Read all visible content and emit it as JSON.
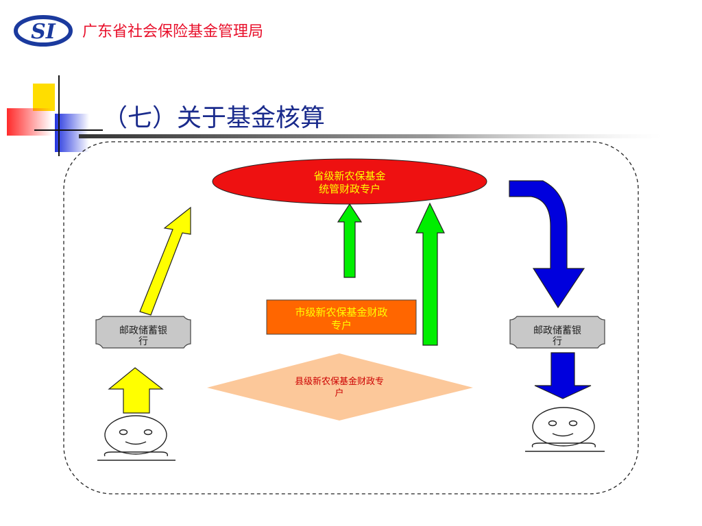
{
  "header": {
    "org_name": "广东省社会保险基金管理局",
    "logo_text": "SI"
  },
  "slide": {
    "title": "（七）关于基金核算"
  },
  "diagram": {
    "provincial_account": "省级新农保基金\n统管财政专户",
    "city_account": "市级新农保基金财政\n专户",
    "county_account": "县级新农保基金财政专\n户",
    "bank_left": "邮政储蓄银\n行",
    "bank_right": "邮政储蓄银\n行"
  },
  "colors": {
    "org_red": "#e8102b",
    "title_blue": "#1a2b8c",
    "province_fill": "#ee1111",
    "province_text": "#ffff00",
    "city_fill": "#ff6600",
    "city_text": "#ffff00",
    "county_fill": "#fcc89a",
    "county_text": "#cc0000",
    "yellow_arrow": "#ffff00",
    "green_arrow": "#00ee00",
    "blue_arrow": "#0000dd",
    "bank_fill": "#c8c8c8"
  }
}
